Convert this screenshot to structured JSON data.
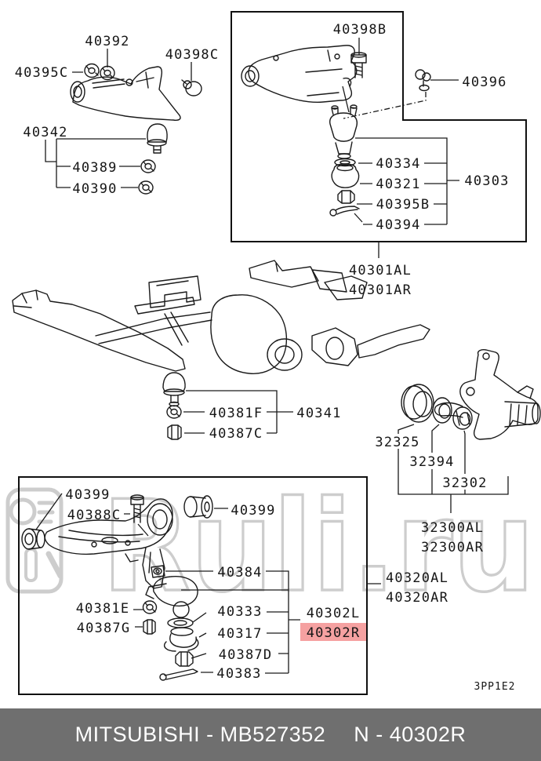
{
  "watermark": {
    "text": "Ruli.ru",
    "color": "#cdcdcd"
  },
  "plate_code": "3PP1E2",
  "highlight": {
    "part": "40302R",
    "bg": "#f5a1a1",
    "fg": "#b22222"
  },
  "footer": {
    "left": "MITSUBISHI - MB527352",
    "right": "N - 40302R",
    "bg": "#6f6f6f"
  },
  "groups": {
    "upper_arm_left": {
      "n40392": "40392",
      "n40398C": "40398C",
      "n40395C": "40395C",
      "n40342": "40342",
      "n40389": "40389",
      "n40390": "40390"
    },
    "upper_arm_boxed": {
      "n40398B": "40398B",
      "n40396": "40396",
      "n40334": "40334",
      "n40321": "40321",
      "n40395B": "40395B",
      "n40394": "40394",
      "n40303": "40303",
      "n40301AL": "40301AL",
      "n40301AR": "40301AR"
    },
    "crossmember": {
      "n40381F": "40381F",
      "n40341": "40341",
      "n40387C": "40387C"
    },
    "knuckle": {
      "n32325": "32325",
      "n32394": "32394",
      "n32302": "32302",
      "n32300AL": "32300AL",
      "n32300AR": "32300AR",
      "n40320AL": "40320AL",
      "n40320AR": "40320AR"
    },
    "lower_arm_boxed": {
      "n40399_left": "40399",
      "n40388C": "40388C",
      "n40399_right": "40399",
      "n40384": "40384",
      "n40381E": "40381E",
      "n40387G": "40387G",
      "n40333": "40333",
      "n40317": "40317",
      "n40387D": "40387D",
      "n40383": "40383",
      "n40302L": "40302L",
      "n40302R": "40302R"
    }
  }
}
